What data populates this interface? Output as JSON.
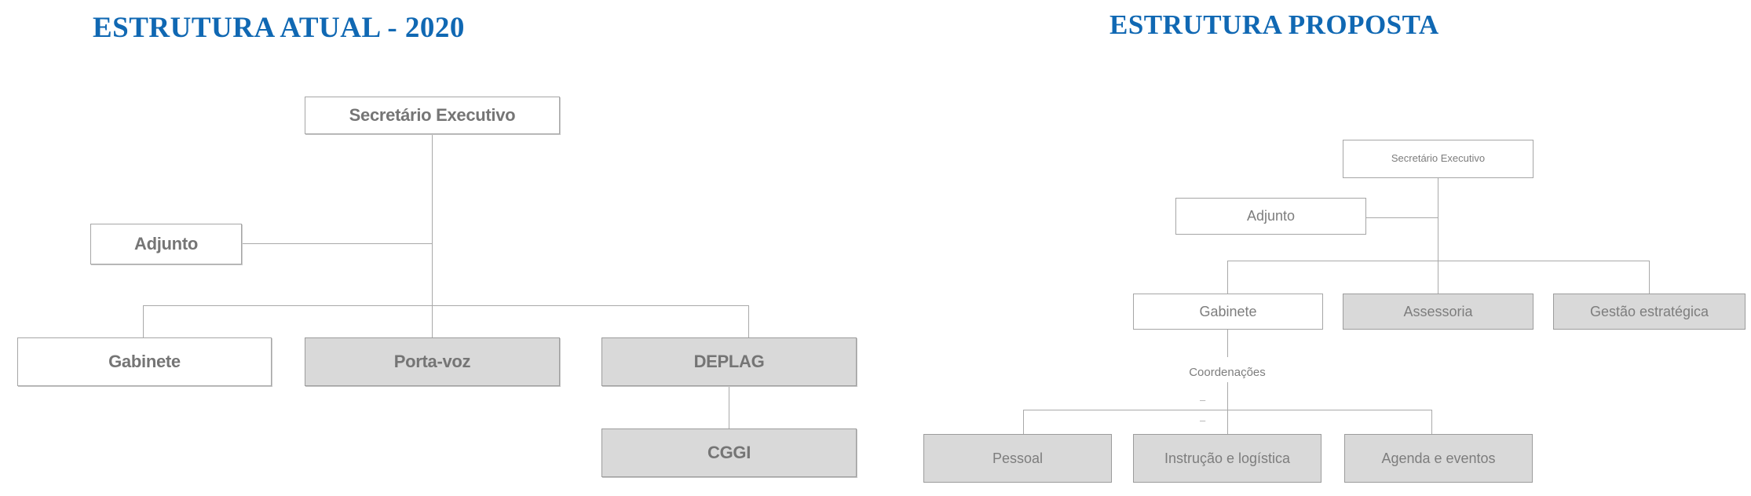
{
  "page": {
    "background": "#ffffff",
    "accent_color": "#1068B3",
    "node_fill_gray": "#d9d9d9",
    "node_fill_white": "#ffffff",
    "node_border": "#a6a6a6",
    "text_color": "#767676"
  },
  "charts": [
    {
      "id": "estrutura-atual",
      "title": "ESTRUTURA ATUAL - 2020",
      "nodes": [
        {
          "id": "sec-exec",
          "label": "Secretário Executivo",
          "fill": "white"
        },
        {
          "id": "adjunto",
          "label": "Adjunto",
          "fill": "white"
        },
        {
          "id": "gabinete",
          "label": "Gabinete",
          "fill": "white"
        },
        {
          "id": "porta-voz",
          "label": "Porta-voz",
          "fill": "gray"
        },
        {
          "id": "deplag",
          "label": "DEPLAG",
          "fill": "gray"
        },
        {
          "id": "cggi",
          "label": "CGGI",
          "fill": "gray"
        }
      ],
      "edges": [
        {
          "from": "sec-exec",
          "to": "adjunto"
        },
        {
          "from": "sec-exec",
          "to": "gabinete"
        },
        {
          "from": "sec-exec",
          "to": "porta-voz"
        },
        {
          "from": "sec-exec",
          "to": "deplag"
        },
        {
          "from": "deplag",
          "to": "cggi"
        }
      ]
    },
    {
      "id": "estrutura-proposta",
      "title": "ESTRUTURA PROPOSTA",
      "nodes": [
        {
          "id": "sec-exec-2",
          "label": "Secretário Executivo",
          "fill": "white"
        },
        {
          "id": "adjunto-2",
          "label": "Adjunto",
          "fill": "white"
        },
        {
          "id": "gabinete-2",
          "label": "Gabinete",
          "fill": "white"
        },
        {
          "id": "assessoria",
          "label": "Assessoria",
          "fill": "gray"
        },
        {
          "id": "gestao-estr",
          "label": "Gestão estratégica",
          "fill": "gray"
        },
        {
          "id": "pessoal",
          "label": "Pessoal",
          "fill": "gray"
        },
        {
          "id": "instrucao",
          "label": "Instrução e logística",
          "fill": "gray"
        },
        {
          "id": "agenda",
          "label": "Agenda e eventos",
          "fill": "gray"
        }
      ],
      "labels": [
        {
          "id": "coordenacoes",
          "text": "Coordenações"
        },
        {
          "id": "dash-1",
          "text": "–"
        },
        {
          "id": "dash-2",
          "text": "–"
        }
      ],
      "edges": [
        {
          "from": "sec-exec-2",
          "to": "adjunto-2"
        },
        {
          "from": "sec-exec-2",
          "to": "gabinete-2"
        },
        {
          "from": "sec-exec-2",
          "to": "assessoria"
        },
        {
          "from": "sec-exec-2",
          "to": "gestao-estr"
        },
        {
          "from": "gabinete-2",
          "to": "pessoal"
        },
        {
          "from": "gabinete-2",
          "to": "instrucao"
        },
        {
          "from": "gabinete-2",
          "to": "agenda"
        }
      ]
    }
  ]
}
